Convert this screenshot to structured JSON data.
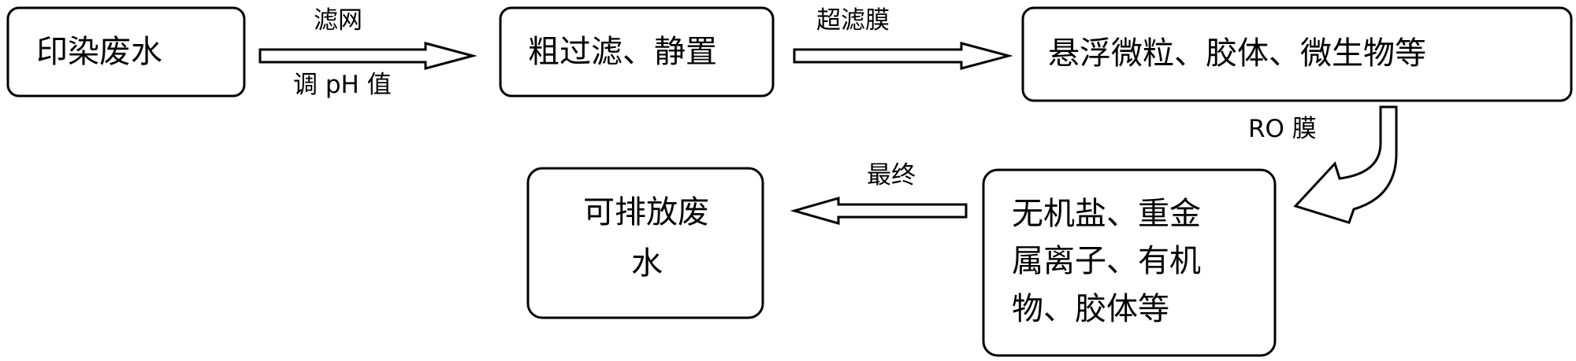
{
  "nodes": {
    "wastewater": "印染废水",
    "filter_settle": "粗过滤、静置",
    "suspended": "悬浮微粒、胶体、微生物等",
    "inorganic": [
      "无机盐、重金",
      "属离子、有机",
      "物、胶体等"
    ],
    "dischargeable": [
      "可排放废",
      "水"
    ]
  },
  "edges": {
    "e1_top": "滤网",
    "e1_bottom": "调 pH 值",
    "e2_top": "超滤膜",
    "e3_label": "RO 膜",
    "e4_top": "最终"
  },
  "colors": {
    "stroke": "#000000",
    "fill": "#ffffff",
    "text": "#000000"
  }
}
